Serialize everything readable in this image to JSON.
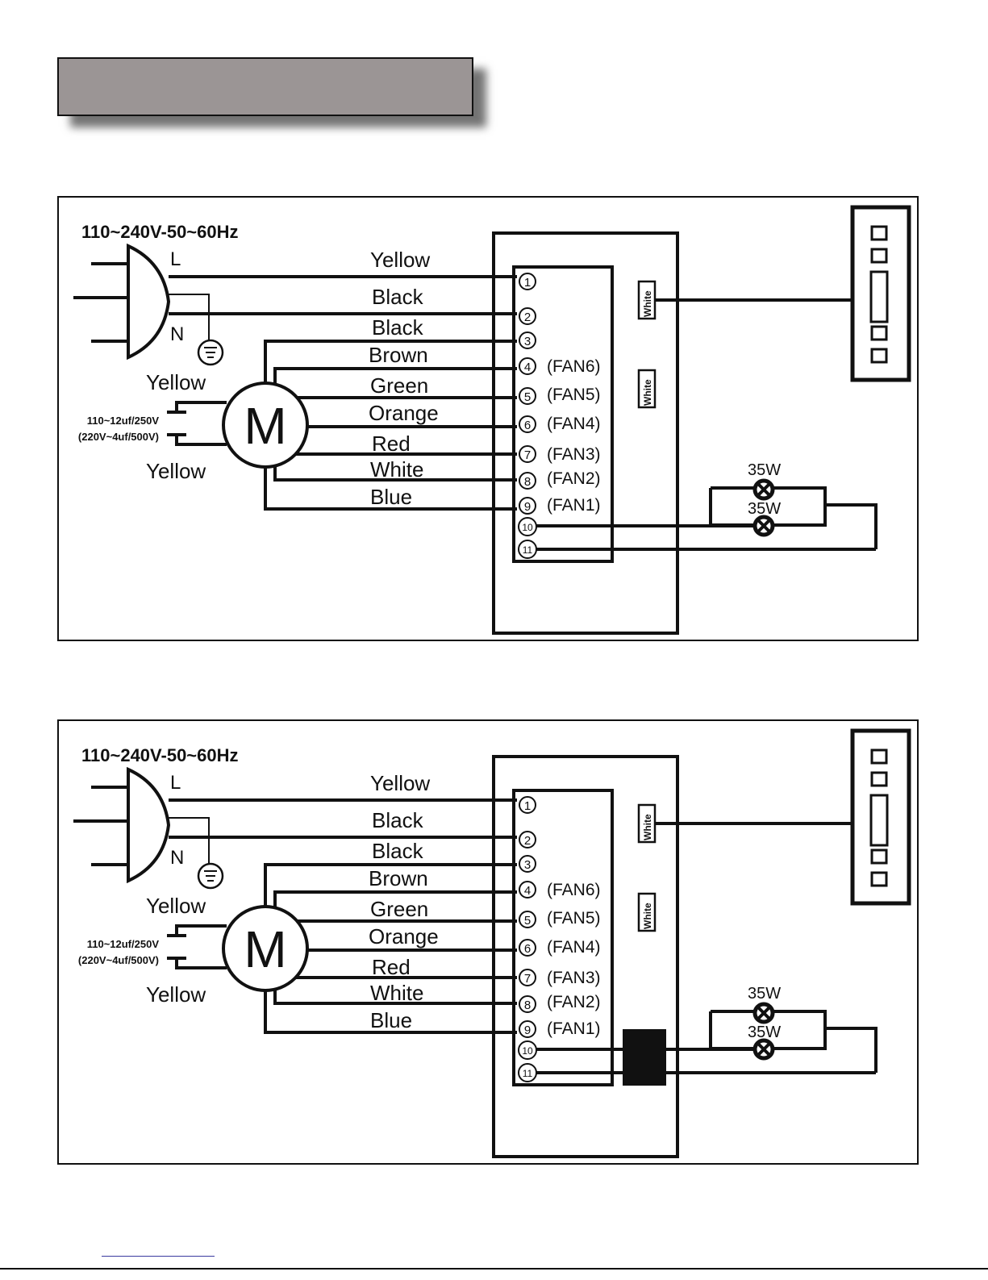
{
  "header": {
    "title": ""
  },
  "diagrams": [
    {
      "id": "top",
      "supply_label": "110~240V-50~60Hz",
      "plug": {
        "l_label": "L",
        "n_label": "N"
      },
      "wires": [
        "Yellow",
        "Black",
        "Black",
        "Brown",
        "Green",
        "Orange",
        "Red",
        "White",
        "Blue"
      ],
      "terminals": [
        "1",
        "2",
        "3",
        "4",
        "5",
        "6",
        "7",
        "8",
        "9",
        "10",
        "11"
      ],
      "fan_labels": [
        "(FAN6)",
        "(FAN5)",
        "(FAN4)",
        "(FAN3)",
        "(FAN2)",
        "(FAN1)"
      ],
      "motor": {
        "label": "M",
        "top_lead": "Yellow",
        "bottom_lead": "Yellow"
      },
      "capacitor": {
        "line1": "110~12uf/250V",
        "line2": "(220V~4uf/500V)"
      },
      "connectors": [
        "White",
        "White"
      ],
      "lamps": [
        "35W",
        "35W"
      ],
      "has_transformer": false
    },
    {
      "id": "bottom",
      "supply_label": "110~240V-50~60Hz",
      "plug": {
        "l_label": "L",
        "n_label": "N"
      },
      "wires": [
        "Yellow",
        "Black",
        "Black",
        "Brown",
        "Green",
        "Orange",
        "Red",
        "White",
        "Blue"
      ],
      "terminals": [
        "1",
        "2",
        "3",
        "4",
        "5",
        "6",
        "7",
        "8",
        "9",
        "10",
        "11"
      ],
      "fan_labels": [
        "(FAN6)",
        "(FAN5)",
        "(FAN4)",
        "(FAN3)",
        "(FAN2)",
        "(FAN1)"
      ],
      "motor": {
        "label": "M",
        "top_lead": "Yellow",
        "bottom_lead": "Yellow"
      },
      "capacitor": {
        "line1": "110~12uf/250V",
        "line2": "(220V~4uf/500V)"
      },
      "connectors": [
        "White",
        "White"
      ],
      "lamps": [
        "35W",
        "35W"
      ],
      "has_transformer": true
    }
  ]
}
